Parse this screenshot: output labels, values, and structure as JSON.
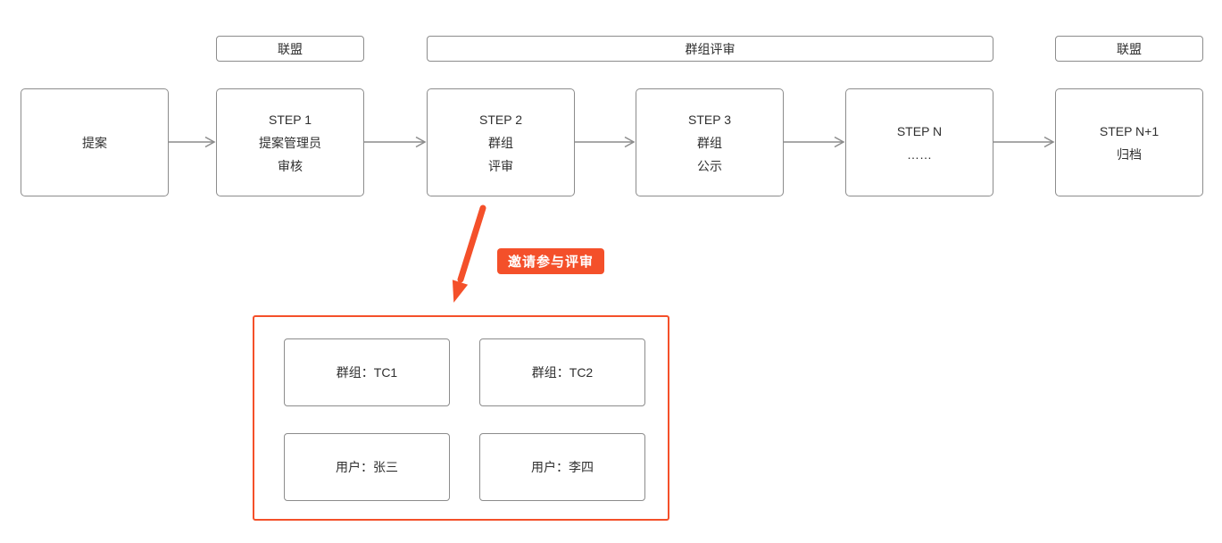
{
  "colors": {
    "accent_red": "#f4502a",
    "box_border_gray": "#8c8c8c",
    "text": "#2f2f2f",
    "background": "#ffffff"
  },
  "lanes": [
    {
      "label": "联盟"
    },
    {
      "label": "群组评审"
    },
    {
      "label": "联盟"
    }
  ],
  "flow": {
    "steps": [
      {
        "lines": [
          "提案"
        ]
      },
      {
        "lines": [
          "STEP 1",
          "提案管理员",
          "审核"
        ]
      },
      {
        "lines": [
          "STEP 2",
          "群组",
          "评审"
        ]
      },
      {
        "lines": [
          "STEP 3",
          "群组",
          "公示"
        ]
      },
      {
        "lines": [
          "STEP N",
          "……"
        ]
      },
      {
        "lines": [
          "STEP N+1",
          "归档"
        ]
      }
    ]
  },
  "invite": {
    "badge_label": "邀请参与评审",
    "participants": [
      {
        "label": "群组：TC1"
      },
      {
        "label": "群组：TC2"
      },
      {
        "label": "用户：张三"
      },
      {
        "label": "用户：李四"
      }
    ]
  }
}
